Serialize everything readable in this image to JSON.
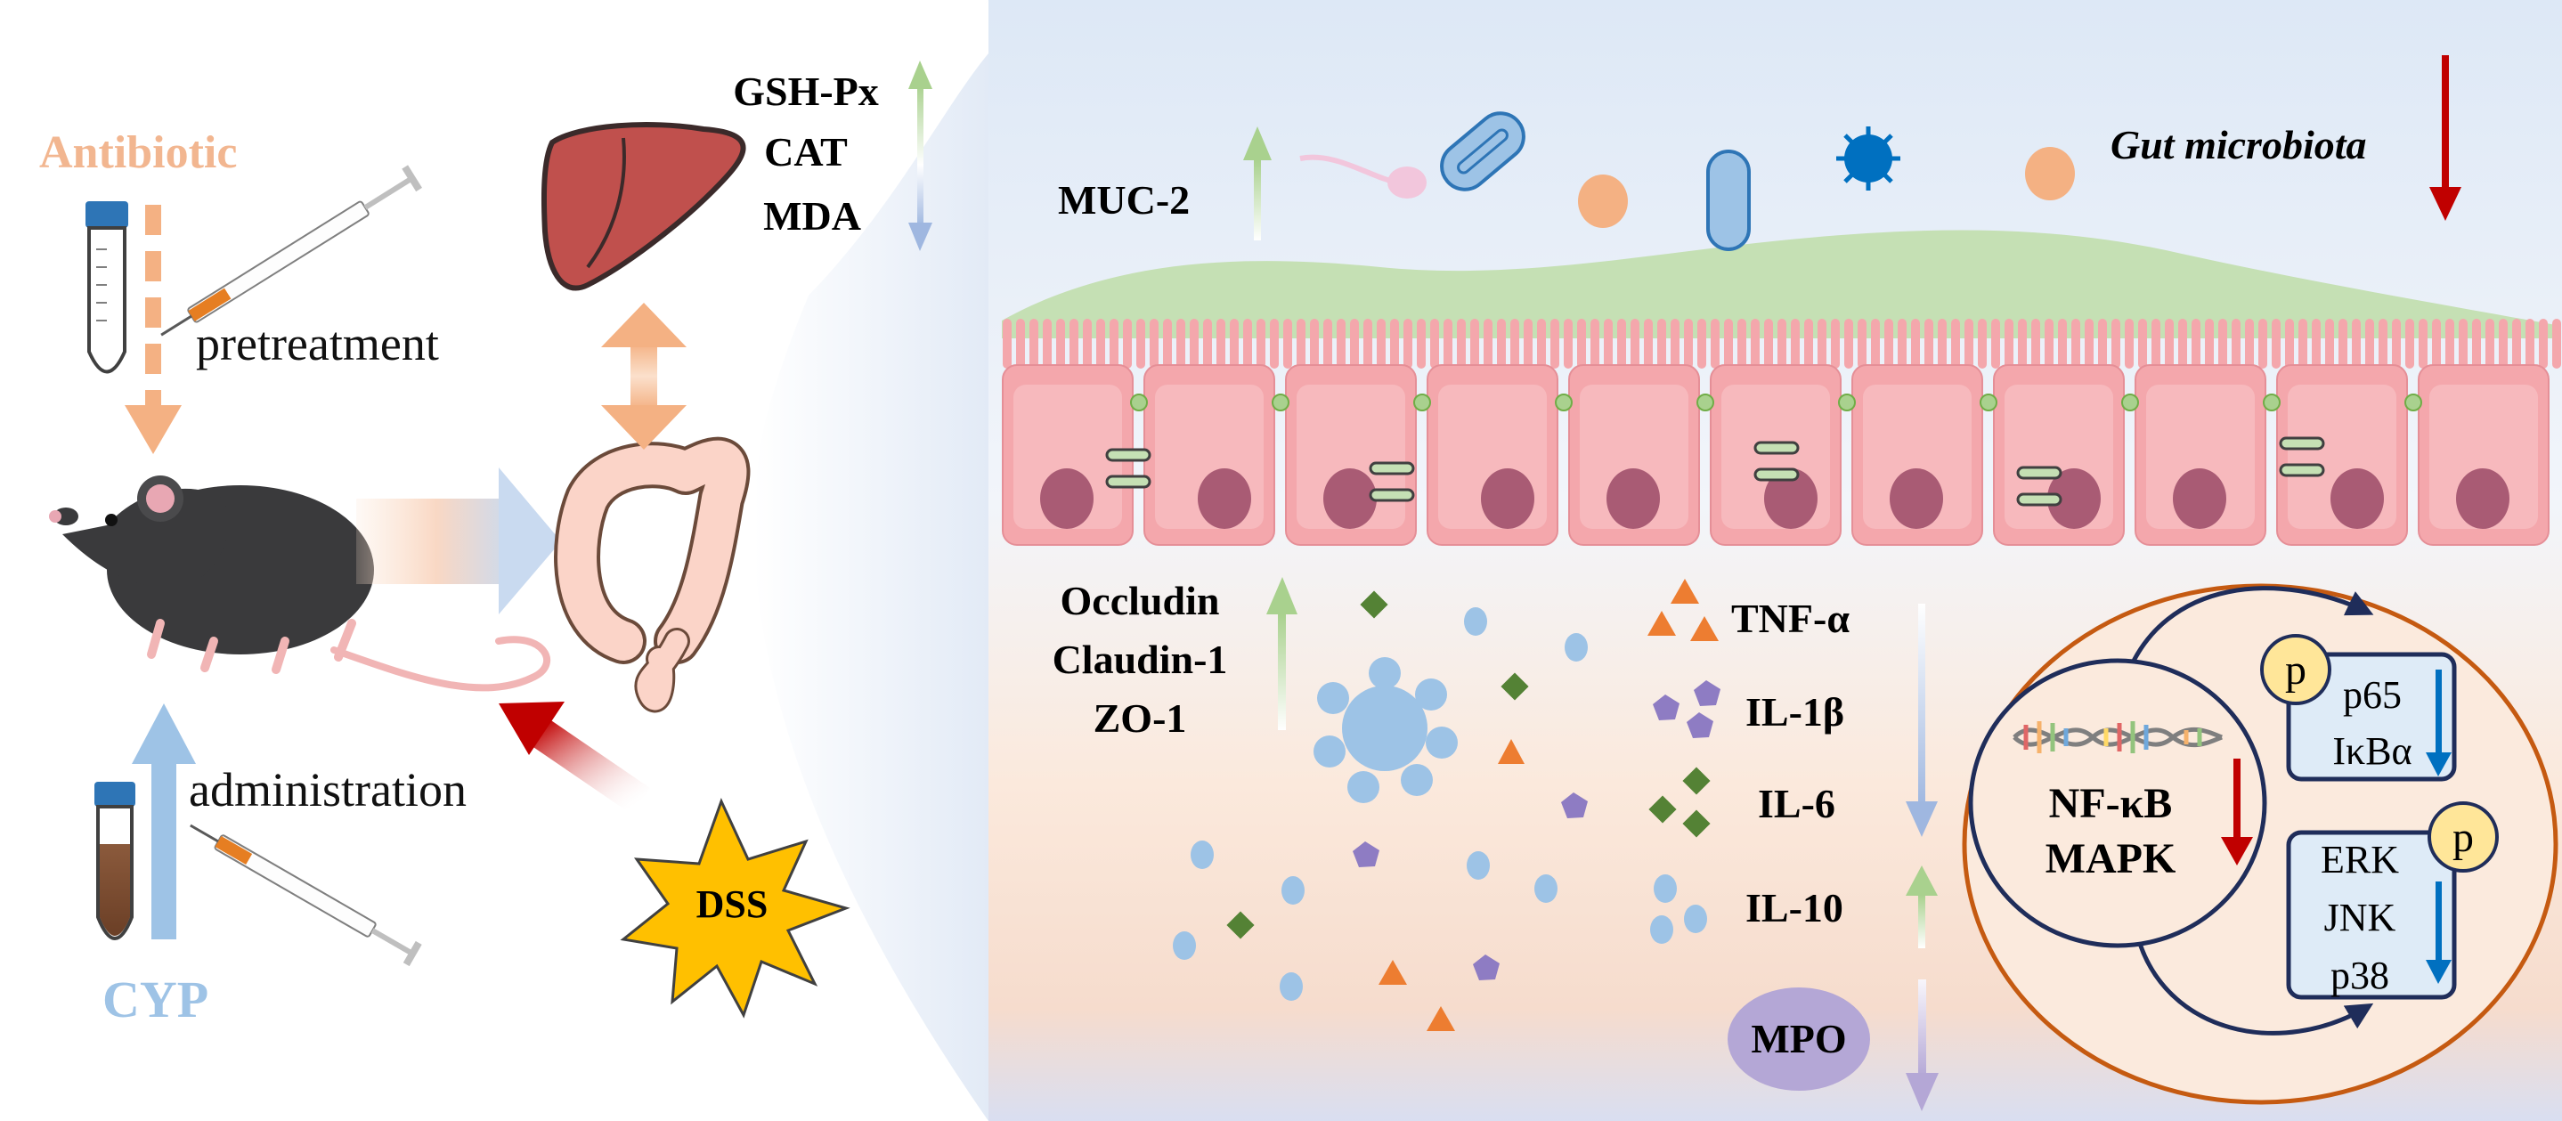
{
  "left_panel": {
    "antibiotic_label": "Antibiotic",
    "pretreatment_label": "pretreatment",
    "administration_label": "administration",
    "cyp_label": "CYP",
    "dss_label": "DSS",
    "liver_markers": [
      "GSH-Px",
      "CAT",
      "MDA"
    ]
  },
  "right_panel": {
    "muc2_label": "MUC-2",
    "gut_microbiota_label": "Gut microbiota",
    "tight_junction_proteins": [
      "Occludin",
      "Claudin-1",
      "ZO-1"
    ],
    "cytokines": {
      "tnf": "TNF-α",
      "il1b": "IL-1β",
      "il6": "IL-6",
      "il10": "IL-10"
    },
    "mpo_label": "MPO",
    "pathway": {
      "nfkb_label": "NF-κB",
      "mapk_label": "MAPK",
      "phospho_label": "p",
      "nfkb_targets": [
        "p65",
        "IκBα"
      ],
      "mapk_targets": [
        "ERK",
        "JNK",
        "p38"
      ]
    }
  },
  "colors": {
    "antibiotic": "#f2b690",
    "cyp": "#9ec3e6",
    "up_arrow_green": "#a9d18e",
    "down_arrow_blue": "#9fb7e0",
    "red_arrow": "#c00000",
    "pathway_blue": "#0070c0",
    "epithelium": "#f4a7ac",
    "mucus": "#c5e0b4",
    "nucleus": "#a95b74",
    "dss_yellow": "#ffc000",
    "mpo_purple": "#b4a7d6",
    "circle_border": "#c55a11",
    "navy": "#1f2d5a"
  }
}
